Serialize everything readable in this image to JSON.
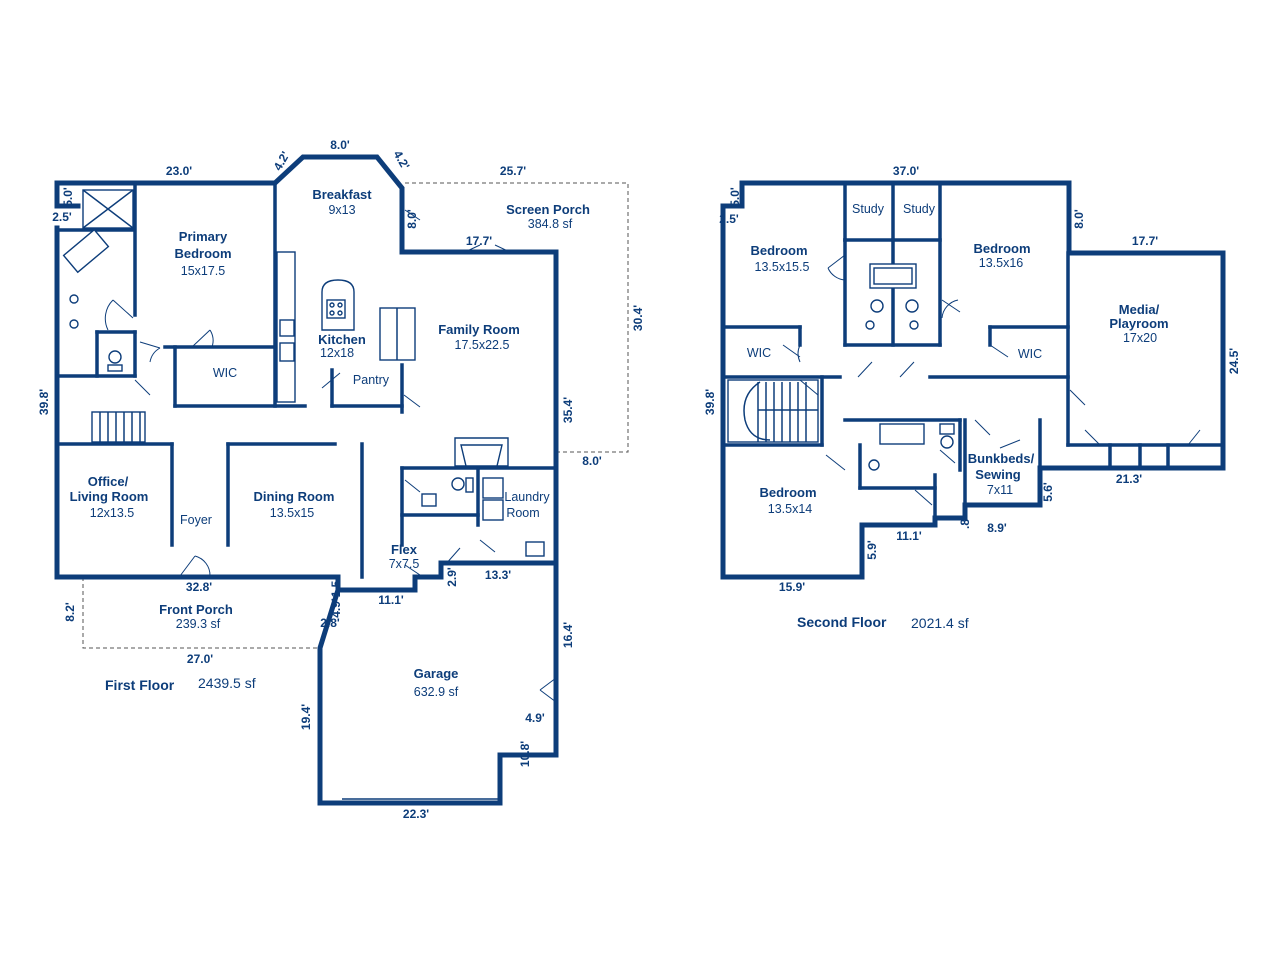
{
  "floors": {
    "first": {
      "label": "First Floor",
      "area": "2439.5 sf"
    },
    "second": {
      "label": "Second Floor",
      "area": "2021.4 sf"
    }
  },
  "rooms": {
    "primary": {
      "name1": "Primary",
      "name2": "Bedroom",
      "size": "15x17.5"
    },
    "breakfast": {
      "name": "Breakfast",
      "size": "9x13"
    },
    "screen_porch": {
      "name": "Screen Porch",
      "size": "384.8 sf"
    },
    "kitchen": {
      "name": "Kitchen",
      "size": "12x18"
    },
    "family": {
      "name": "Family Room",
      "size": "17.5x22.5"
    },
    "wic1": "WIC",
    "pantry": "Pantry",
    "office": {
      "name1": "Office/",
      "name2": "Living Room",
      "size": "12x13.5"
    },
    "foyer": "Foyer",
    "dining": {
      "name": "Dining Room",
      "size": "13.5x15"
    },
    "laundry": {
      "name1": "Laundry",
      "name2": "Room"
    },
    "flex": {
      "name": "Flex",
      "size": "7x7.5"
    },
    "front_porch": {
      "name": "Front Porch",
      "size": "239.3 sf"
    },
    "garage": {
      "name": "Garage",
      "size": "632.9 sf"
    },
    "bed2a": {
      "name": "Bedroom",
      "size": "13.5x15.5"
    },
    "study_a": "Study",
    "study_b": "Study",
    "bed2b": {
      "name": "Bedroom",
      "size": "13.5x16"
    },
    "media": {
      "name1": "Media/",
      "name2": "Playroom",
      "size": "17x20"
    },
    "wic2a": "WIC",
    "wic2b": "WIC",
    "bed2c": {
      "name": "Bedroom",
      "size": "13.5x14"
    },
    "bunk": {
      "name1": "Bunkbeds/",
      "name2": "Sewing",
      "size": "7x11"
    }
  },
  "dims": {
    "d23_0": "23.0'",
    "d4_2a": "4.2'",
    "d8_0a": "8.0'",
    "d4_2b": "4.2'",
    "d25_7": "25.7'",
    "d5_0a": "5.0'",
    "d2_5a": "2.5'",
    "d8_0b": "8.0'",
    "d17_7a": "17.7'",
    "d30_4": "30.4'",
    "d39_8a": "39.8'",
    "d35_4": "35.4'",
    "d8_0c": "8.0'",
    "d32_8": "32.8'",
    "d1_5": "1.5",
    "d4_9": "4.9'",
    "d2_8": "2.8'",
    "d8_2": "8.2'",
    "d27_0": "27.0'",
    "d11_1a": "11.1'",
    "d2_9": "2.9'",
    "d13_3": "13.3'",
    "d16_4": "16.4'",
    "d4_9b": "4.9'",
    "d10_8": "10.8'",
    "d19_4": "19.4'",
    "d22_3": "22.3'",
    "d37_0": "37.0'",
    "d5_0b": "5.0'",
    "d2_5b": "2.5'",
    "d8_0d": "8.0'",
    "d17_7b": "17.7'",
    "d39_8b": "39.8'",
    "d24_5": "24.5'",
    "d21_3": "21.3'",
    "d5_6": "5.6'",
    "d8_9": "8.9'",
    "d11_1b": "11.1'",
    "d5_9": "5.9'",
    "d15_9": "15.9'",
    "d_dot": ".8"
  }
}
